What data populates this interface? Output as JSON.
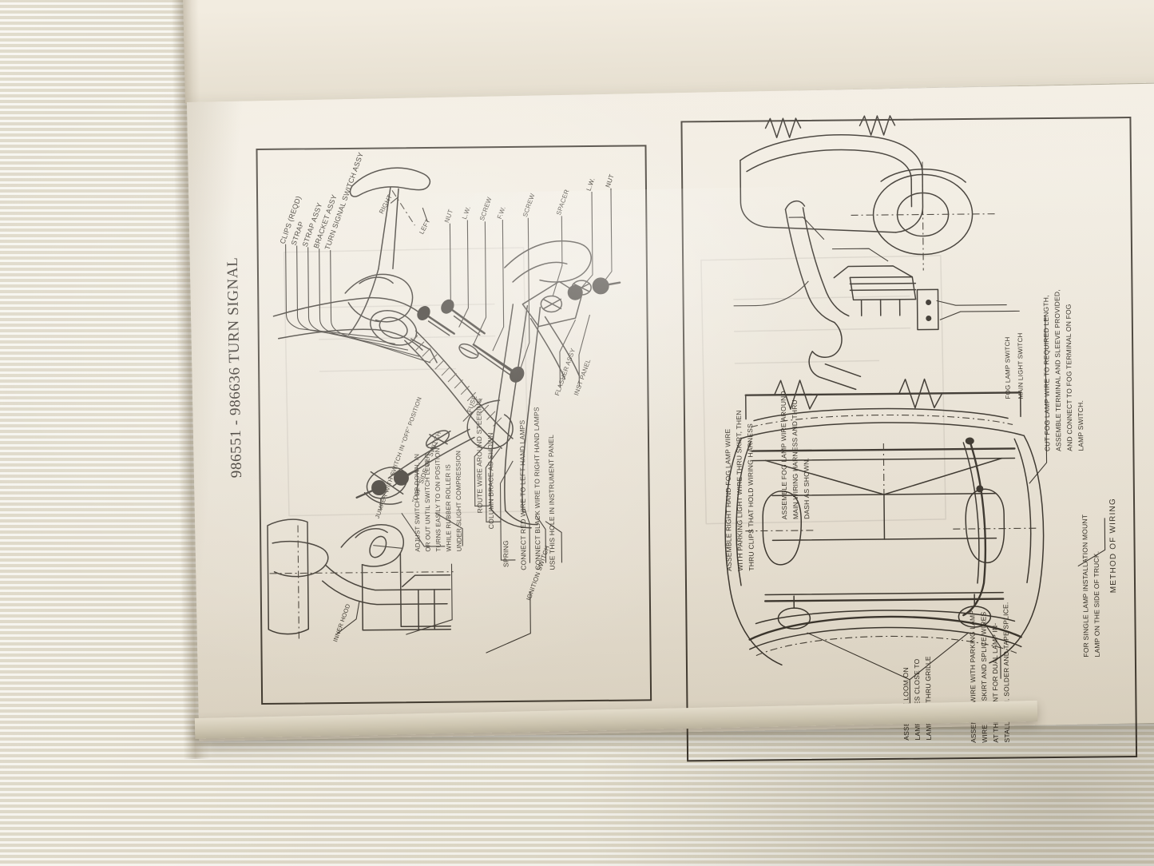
{
  "scene": {
    "kind": "photograph-of-open-manual",
    "surface_color": "#e8e4d8",
    "paper_color": "#f1ebdf",
    "ink_color": "#2f2a23"
  },
  "page": {
    "title": "986551 - 986636  TURN SIGNAL",
    "title_orientation": "vertical-rotated-90"
  },
  "left_diagram": {
    "name": "turn-signal-installation",
    "part_callouts": [
      "CLIPS (REQD)",
      "STRAP",
      "STRAP ASSY",
      "BRACKET ASSY",
      "TURN SIGNAL SWITCH ASSY"
    ],
    "direction_labels": [
      "RIGHT",
      "LEFT"
    ],
    "hardware_callouts": [
      "NUT",
      "L.W.",
      "SCREW",
      "F.W.",
      "SCREW",
      "SPACER",
      "L.W.",
      "NUT"
    ],
    "right_callouts": [
      "FLASHER ASSY",
      "INST PANEL"
    ],
    "component_callouts": [
      "FUSE",
      "\"OFF\" SIDE OF SWITCH",
      "JUMPER WITH SWITCH IN \"OFF\" POSITION",
      "IGNITION SWITCH",
      "INNER HOOD"
    ],
    "instructions": [
      "ROUTE WIRE AROUND STEERING",
      "COLUMN BRACE AS SHOWN",
      "SPRING",
      "CONNECT RED WIRE TO LEFT HAND LAMPS",
      "CONNECT BLACK WIRE TO RIGHT HAND LAMPS",
      "USE THIS HOLE IN INSTRUMENT PANEL"
    ],
    "adjust_note": [
      "ADJUST SWITCH UP DOWN, IN",
      "OR OUT UNTIL SWITCH LEVER",
      "TURNS EASILY TO ON POSITION",
      "WHILE RUBBER ROLLER IS",
      "UNDER SLIGHT COMPRESSION"
    ]
  },
  "right_diagram": {
    "name": "fog-lamp-installation",
    "caption": "METHOD OF WIRING",
    "note_right_hand_fog": [
      "ASSEMBLE RIGHT HAND FOG LAMP WIRE",
      "WITH PARKING LIGHT WIRE THRU SKIRT, THEN",
      "THRU CLIPS THAT HOLD WIRING HARNESS"
    ],
    "note_fog_harness": [
      "ASSEMBLE FOG LAMP WIRE AROUND",
      "MAIN WIRING HARNESS AND THRU",
      "DASH AS SHOWN."
    ],
    "switch_callouts": [
      "FOG LAMP SWITCH",
      "MAIN LIGHT SWITCH"
    ],
    "note_cut_wire": [
      "CUT FOG LAMP WIRE TO REQUIRED LENGTH,",
      "ASSEMBLE TERMINAL AND SLEEVE PROVIDED,",
      "AND CONNECT TO FOG TERMINAL ON FOG",
      "LAMP SWITCH."
    ],
    "note_single_lamp": [
      "FOR SINGLE LAMP INSTALLATION MOUNT",
      "LAMP ON THE SIDE OF TRUCK."
    ],
    "note_loom": [
      "ASSEMBLE LOOM ON",
      "LAMP WIRES CLOSE TO",
      "LAMP AND THRU GRILLE"
    ],
    "note_splice": [
      "ASSEMBLE WIRE WITH PARKING LAMP",
      "WIRE THRU SKIRT AND SPLICE WIRES",
      "AT THIS POINT FOR DUAL LAMP IN-",
      "STALLATION. SOLDER AND TAPE SPLICE."
    ]
  }
}
